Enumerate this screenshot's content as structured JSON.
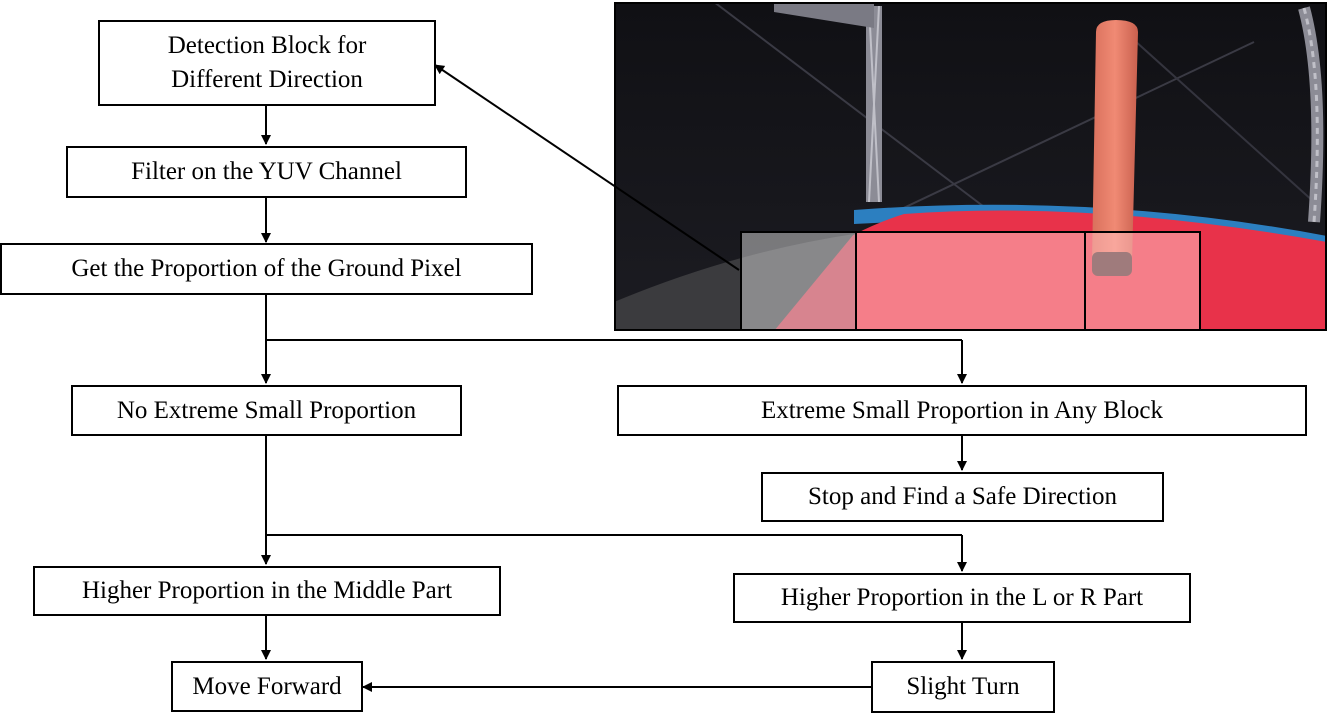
{
  "nodes": {
    "detection_block": "Detection Block for\nDifferent Direction",
    "filter_yuv": "Filter on the YUV Channel",
    "ground_proportion": "Get the Proportion of the Ground Pixel",
    "no_extreme_small": "No Extreme Small Proportion",
    "extreme_small_any": "Extreme Small Proportion in Any Block",
    "stop_find_safe": "Stop and Find a Safe Direction",
    "higher_middle": "Higher Proportion in the Middle Part",
    "higher_l_or_r": "Higher Proportion in the L or R Part",
    "move_forward": "Move Forward",
    "slight_turn": "Slight Turn"
  },
  "photo": {
    "description_icon": "camera-frame-with-detection-blocks",
    "block_count": 3
  }
}
